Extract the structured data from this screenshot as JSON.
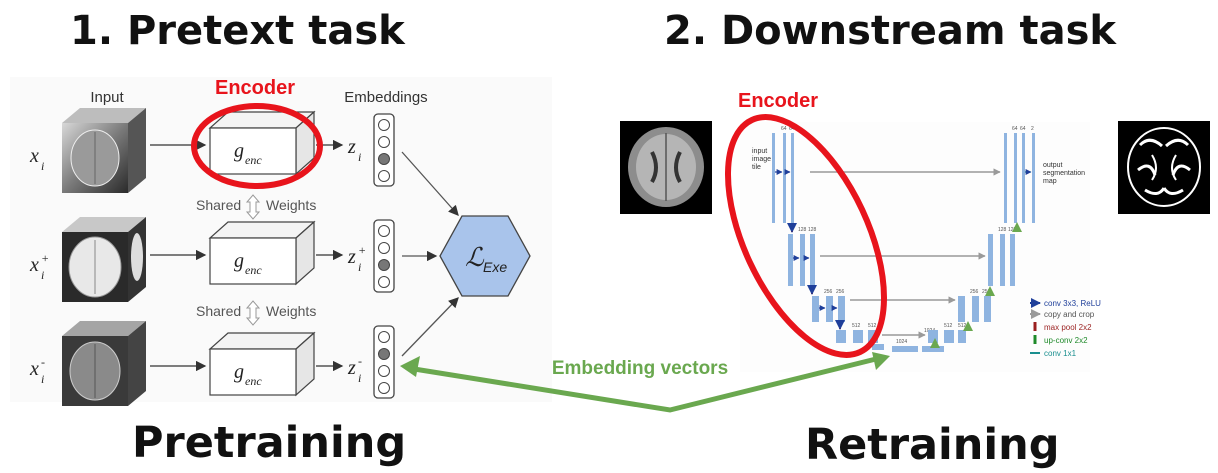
{
  "titles": {
    "pretext": "1. Pretext task",
    "downstream": "2. Downstream task",
    "pretraining": "Pretraining",
    "retraining": "Retraining"
  },
  "pretext": {
    "input_label": "Input",
    "encoder_label": "Encoder",
    "embeddings_label": "Embeddings",
    "shared_label": "Shared",
    "weights_label": "Weights",
    "rows": [
      {
        "x_base": "x",
        "x_sub": "i",
        "x_sup": "",
        "z_base": "z",
        "z_sub": "i",
        "z_sup": ""
      },
      {
        "x_base": "x",
        "x_sub": "i",
        "x_sup": "+",
        "z_base": "z",
        "z_sub": "i",
        "z_sup": "+"
      },
      {
        "x_base": "x",
        "x_sub": "i",
        "x_sup": "-",
        "z_base": "z",
        "z_sub": "i",
        "z_sup": "-"
      }
    ],
    "g_base": "g",
    "g_sub": "enc",
    "loss_base": "ℒ",
    "loss_sub": "Exe"
  },
  "downstream": {
    "encoder_label": "Encoder",
    "embedding_vectors_label": "Embedding vectors",
    "input_tile_lines": [
      "input",
      "image",
      "tile"
    ],
    "output_map_lines": [
      "output",
      "segmentation",
      "map"
    ],
    "legend": [
      {
        "label": "conv 3x3, ReLU",
        "color": "#1f3f9a"
      },
      {
        "label": "copy and crop",
        "color": "#9a9a9a"
      },
      {
        "label": "max pool 2x2",
        "color": "#9a1f1f"
      },
      {
        "label": "up-conv 2x2",
        "color": "#1f8a2a"
      },
      {
        "label": "conv 1x1",
        "color": "#1a8f8f"
      }
    ],
    "unet_channels": [
      "64",
      "64",
      "128",
      "128",
      "256",
      "256",
      "512",
      "512",
      "1024",
      "1024",
      "512",
      "512",
      "256",
      "256",
      "128",
      "128",
      "64",
      "64",
      "2"
    ]
  },
  "colors": {
    "encoder_red": "#e8141c",
    "arrow_green": "#6aa84f",
    "hexagon_fill": "#a9c4eb",
    "unet_blue": "#8fb4e0"
  }
}
